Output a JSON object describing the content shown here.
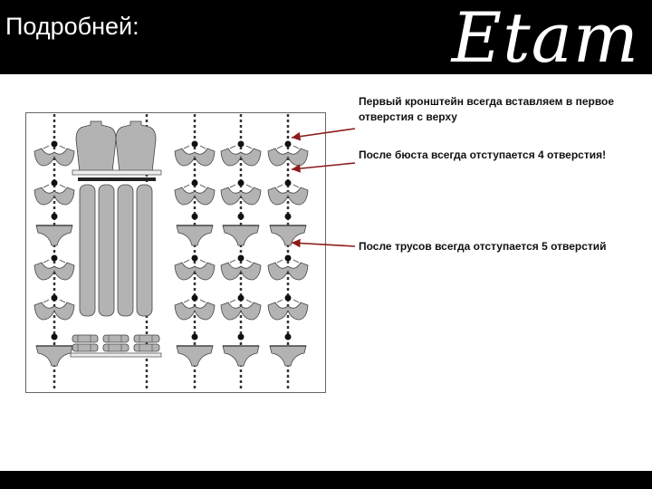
{
  "header": {
    "title": "Подробней:",
    "logo_text": "Etam"
  },
  "annotations": [
    {
      "text": "Первый кронштейн всегда вставляем в первое отверстия с верху"
    },
    {
      "text": "После бюста всегда отступается 4 отверстия!"
    },
    {
      "text": "После трусов всегда отступается 5 отверстий"
    }
  ],
  "colors": {
    "header_bg": "#000000",
    "garment_fill": "#b3b3b3",
    "arrow": "#8b1a1a"
  }
}
